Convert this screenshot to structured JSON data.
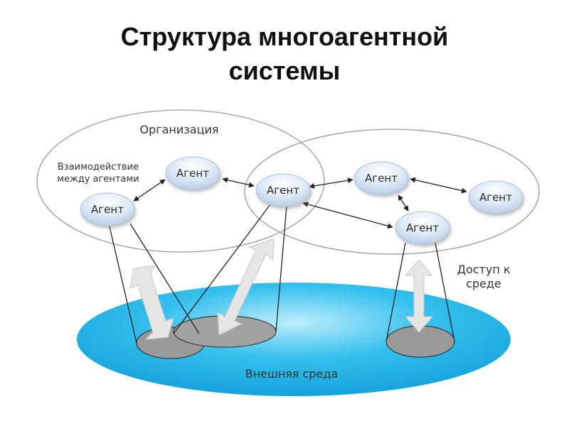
{
  "title": {
    "line1": "Структура многоагентной",
    "line2": "системы"
  },
  "labels": {
    "organization": "Организация",
    "interaction_line1": "Взаимодействие",
    "interaction_line2": "между агентами",
    "access_line1": "Доступ к",
    "access_line2": "среде",
    "environment": "Внешняя среда"
  },
  "agents": [
    "Агент",
    "Агент",
    "Агент",
    "Агент",
    "Агент",
    "Агент"
  ],
  "colors": {
    "environment": "#22b4e6",
    "agent_fill": "#dce8f6",
    "footprint": "#9a9a9a",
    "arrow": "#e4e4e4"
  }
}
